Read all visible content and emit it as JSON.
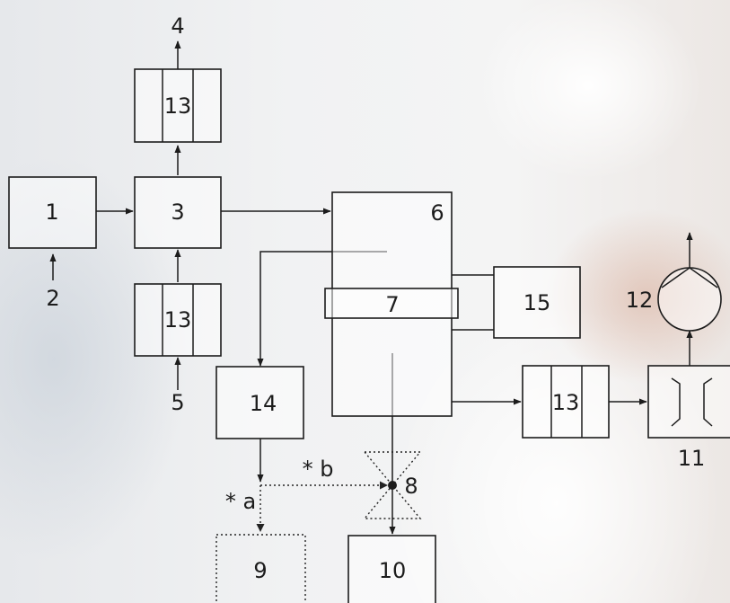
{
  "diagram": {
    "box_1": "1",
    "label_2": "2",
    "box_3": "3",
    "label_4": "4",
    "label_5": "5",
    "box_6": "6",
    "box_7": "7",
    "label_8": "8",
    "box_9": "9",
    "box_10": "10",
    "label_11": "11",
    "label_12": "12",
    "box_13_top": "13",
    "box_13_bottom": "13",
    "box_13_right": "13",
    "box_14": "14",
    "box_15": "15",
    "label_a": "* a",
    "label_b": "* b"
  }
}
